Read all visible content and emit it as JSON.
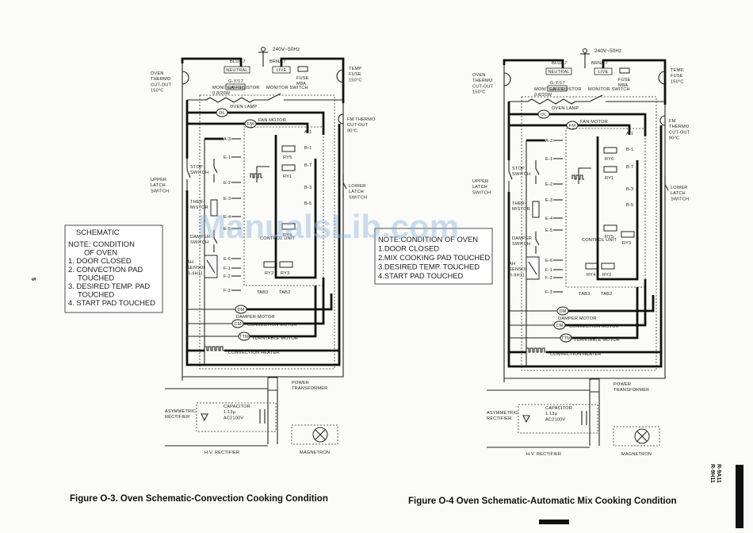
{
  "page_number": "5",
  "model_label": "R-9A11\nR-9H11",
  "watermark": "ManualsLib.com",
  "left": {
    "caption": "Figure O-3. Oven Schematic-Convection Cooking Condition",
    "power": "240V~50Hz",
    "neutral": "NEUTRAL",
    "live": "LIVE",
    "earth": "EARTH",
    "blu": "BLU/17",
    "brn": "BRN/17",
    "gy": "G-Y/17",
    "fuse": "FUSE\nM8A",
    "temp_fuse": "TEMP\nFUSE\n150°C",
    "oven_thermo": "OVEN\nTHERMO\nCUT-OUT\n150°C",
    "monitor_resistor": "MONITOR RESISTOR\n0.8/20W",
    "monitor_switch": "MONITOR SWITCH",
    "oven_lamp": "OVEN LAMP",
    "fan_motor": "FAN MOTOR",
    "fm_thermo": "FM THERMO\nCUT-OUT\n90°C",
    "upper_latch": "UPPER\nLATCH\nSWITCH",
    "lower_latch": "LOWER\nLATCH\nSWITCH",
    "stop_switch": "STOP\nSWITCH",
    "thermistor": "THER-\nMISTOR",
    "damper_switch": "DAMPER\nSWITCH",
    "ah_sensor": "AH\nSENSOR\nR-9H11",
    "control_unit": "CONTROL UNIT",
    "damper_motor": "DAMPER MOTOR",
    "convection_motor": "CONVECTION MOTOR",
    "turntable_motor": "TURNTABLE MOTOR",
    "convection_heater": "CONVECTION HEATER",
    "power_transformer": "POWER\nTRANSFORMER",
    "asym_rectifier": "ASYMMETRIC\nRECTIFIER",
    "capacitor": "CAPACITOR\n1.13µ\nAC2100V",
    "hv_rectifier": "H.V. RECTIFIER",
    "magnetron": "MAGNETRON",
    "note_title": "SCHEMATIC",
    "note_lines": [
      "NOTE: CONDITION",
      "OF OVEN",
      "1. DOOR CLOSED",
      "2. CONVECTION PAD",
      "TOUCHED",
      "3. DESIRED TEMP. PAD",
      "TOUCHED",
      "4. START PAD TOUCHED"
    ],
    "terminals": [
      "A-3",
      "E-1",
      "E-2",
      "E-3",
      "E-4",
      "E-5",
      "E-6",
      "F-1",
      "F-2",
      "F-3",
      "B-1",
      "B-7",
      "B-3",
      "B-5",
      "A-1",
      "TAB3",
      "TAB2",
      "RY5",
      "RY1",
      "RY4",
      "RY2",
      "RY3"
    ],
    "badges": {
      "ol": "OL",
      "fm": "FM",
      "dm": "DM",
      "cm": "CM",
      "tm": "TTM"
    }
  },
  "right": {
    "caption": "Figure O-4 Oven Schematic-Automatic Mix Cooking Condition",
    "power": "240V~50Hz",
    "neutral": "NEUTRAL",
    "live": "LIVE",
    "earth": "EARTH",
    "blu": "BLU/17",
    "brn": "BRN/17",
    "gy": "G-Y/17",
    "fuse": "FUSE\nM8A",
    "temp_fuse": "TEMP.\nFUSE\n150°C",
    "oven_thermo": "OVEN\nTHERMO\nCUT-OUT\n150°C",
    "monitor_resistor": "MONITOR RESISTOR\n0.8/20W",
    "monitor_switch": "MONITOR SWITCH",
    "oven_lamp": "OVEN LAMP",
    "fan_motor": "FAN MOTOR",
    "fm_thermo": "FM\nTHERMO\nCUT-OUT\n90°C",
    "upper_latch": "UPPER\nLATCH\nSWITCH",
    "lower_latch": "LOWER\nLATCH\nSWITCH",
    "stop_switch": "STOP\nSWITCH",
    "thermistor": "THER-\nMISTOR",
    "damper_switch": "DAMPER\nSWITCH",
    "ah_sensor": "AH\nSENSOR\nR-9H11",
    "control_unit": "CONTROL UNIT",
    "damper_motor": "DAMPER MOTOR",
    "convection_motor": "CONVECTION MOTOR",
    "turntable_motor": "TURNTABLE MOTOR",
    "convection_heater": "CONVECTION HEATER",
    "power_transformer": "POWER\nTRANSFORMER",
    "asym_rectifier": "ASYMMETRIC\nRECTIFIER",
    "capacitor": "CAPACITOR\n1.13µ\nAC2100V",
    "hv_rectifier": "H.V. RECTIFIER",
    "magnetron": "MAGNETRON",
    "note_title": "SCHEMATIC",
    "note_lines": [
      "NOTE:CONDITION OF OVEN",
      "1.DOOR CLOSED",
      "2.MIX COOKING PAD TOUCHED",
      "3.DESIRED TEMP. TOUCHED",
      "4.START PAD TOUCHED"
    ],
    "terminals": [
      "A-3",
      "E-1",
      "E-2",
      "E-3",
      "E-4",
      "E-5",
      "E-6",
      "F-1",
      "F-2",
      "F-3",
      "B-1",
      "B-7",
      "B-3",
      "B-5",
      "A-1",
      "TAB3",
      "TAB2",
      "RY6",
      "RY1",
      "RY5",
      "RY4",
      "RY2",
      "RY3"
    ],
    "badges": {
      "ol": "OL",
      "fm": "FM",
      "dm": "DM",
      "cm": "CM",
      "tm": "TTM"
    }
  }
}
